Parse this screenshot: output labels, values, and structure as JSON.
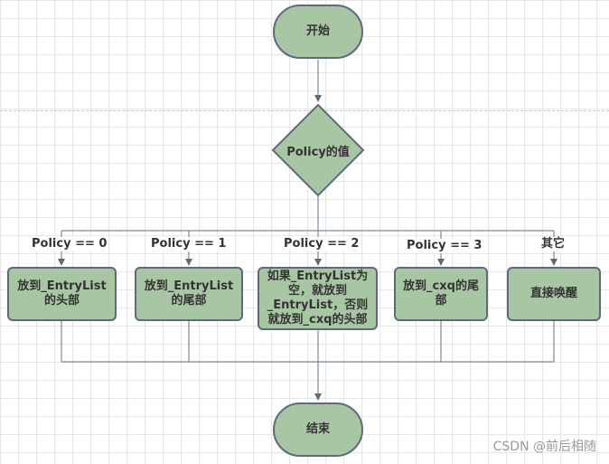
{
  "nodes": {
    "start": "开始",
    "decision": "Policy的值",
    "p0": "放到_EntryList的头部",
    "p1": "放到_EntryList的尾部",
    "p2": "如果_EntryList为空，就放到_EntryList，否则就放到_cxq的头部",
    "p3": "放到_cxq的尾部",
    "p4": "直接唤醒",
    "end": "结束"
  },
  "edge_labels": {
    "l0": "Policy == 0",
    "l1": "Policy == 1",
    "l2": "Policy == 2",
    "l3": "Policy == 3",
    "l4": "其它"
  },
  "watermark": "CSDN @前后相随",
  "colors": {
    "node_fill": "#a9c6a4",
    "node_stroke": "#5b6b7a",
    "connector": "#7a8a98",
    "grid": "#e6e6e6"
  }
}
